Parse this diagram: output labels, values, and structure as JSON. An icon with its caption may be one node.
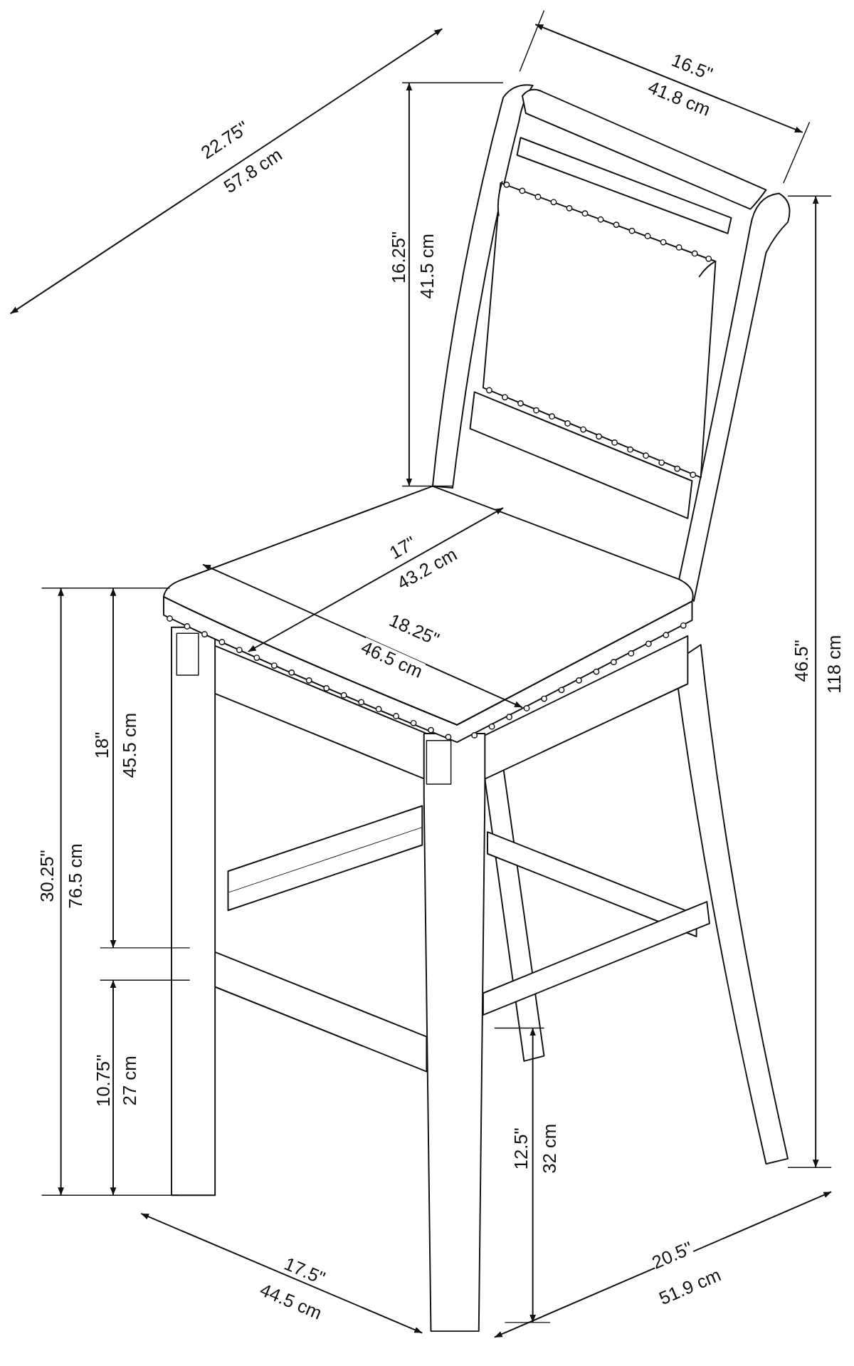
{
  "diagram": {
    "labels": [
      "22.75\"",
      "57.8 cm",
      "16.5\"",
      "41.8 cm",
      "16.25\"",
      "41.5 cm",
      "17\"",
      "43.2 cm",
      "18.25\"",
      "46.5 cm",
      "46.5\"",
      "118 cm",
      "18\"",
      "45.5 cm",
      "30.25\"",
      "76.5 cm",
      "10.75\"",
      "27 cm",
      "12.5\"",
      "32 cm",
      "17.5\"",
      "44.5 cm",
      "20.5\"",
      "51.9 cm"
    ]
  }
}
